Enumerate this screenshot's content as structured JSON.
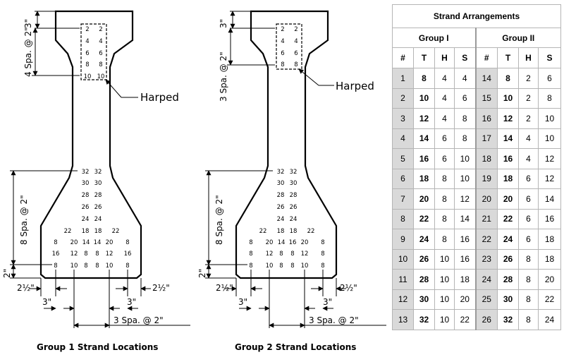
{
  "labels": {
    "harped": "Harped",
    "group1_caption": "Group 1 Strand Locations",
    "group2_caption": "Group 2 Strand Locations"
  },
  "dims": {
    "g1_top": "3\"",
    "g1_side": "4 Spa. @ 2\"",
    "g1_bottom_side": "8 Spa. @ 2\"",
    "g1_bottom_2in": "2\"",
    "g1_left_half": "2½\"",
    "g1_right_half": "2½\"",
    "g1_left_3in": "3\"",
    "g1_right_3in": "3\"",
    "g1_bottom_spa": "3 Spa. @ 2\"",
    "g2_top": "3\"",
    "g2_side": "3 Spa. @ 2\"",
    "g2_bottom_side": "8 Spa. @ 2\"",
    "g2_bottom_2in": "2\"",
    "g2_left_half": "2½\"",
    "g2_right_half": "2½\"",
    "g2_left_3in": "3\"",
    "g2_right_3in": "3\"",
    "g2_bottom_spa": "3 Spa. @ 2\""
  },
  "group1": {
    "top_rows": [
      [
        "2",
        "2"
      ],
      [
        "4",
        "4"
      ],
      [
        "6",
        "6"
      ],
      [
        "8",
        "8"
      ],
      [
        "10",
        "10"
      ]
    ],
    "bottom_rows": [
      [
        "32",
        "32"
      ],
      [
        "30",
        "30"
      ],
      [
        "28",
        "28"
      ],
      [
        "26",
        "26"
      ],
      [
        "24",
        "24"
      ],
      [
        "22",
        "18",
        "18",
        "22"
      ],
      [
        "8",
        "20",
        "14",
        "14",
        "20",
        "8"
      ],
      [
        "16",
        "12",
        "8",
        "8",
        "12",
        "16"
      ],
      [
        "8",
        "10",
        "8",
        "8",
        "10",
        "8"
      ]
    ]
  },
  "group2": {
    "top_rows": [
      [
        "2",
        "2"
      ],
      [
        "4",
        "4"
      ],
      [
        "6",
        "6"
      ],
      [
        "8",
        "8"
      ]
    ],
    "bottom_rows": [
      [
        "32",
        "32"
      ],
      [
        "30",
        "30"
      ],
      [
        "28",
        "28"
      ],
      [
        "26",
        "26"
      ],
      [
        "24",
        "24"
      ],
      [
        "22",
        "18",
        "18",
        "22"
      ],
      [
        "8",
        "20",
        "14",
        "16",
        "20",
        "8"
      ],
      [
        "8",
        "12",
        "8",
        "8",
        "12",
        "8"
      ],
      [
        "8",
        "10",
        "8",
        "8",
        "10",
        "8"
      ]
    ]
  },
  "table": {
    "title": "Strand Arrangements",
    "group_i": "Group I",
    "group_ii": "Group II",
    "headers": [
      "#",
      "T",
      "H",
      "S",
      "#",
      "T",
      "H",
      "S"
    ],
    "rows": [
      [
        "1",
        "8",
        "4",
        "4",
        "14",
        "8",
        "2",
        "6"
      ],
      [
        "2",
        "10",
        "4",
        "6",
        "15",
        "10",
        "2",
        "8"
      ],
      [
        "3",
        "12",
        "4",
        "8",
        "16",
        "12",
        "2",
        "10"
      ],
      [
        "4",
        "14",
        "6",
        "8",
        "17",
        "14",
        "4",
        "10"
      ],
      [
        "5",
        "16",
        "6",
        "10",
        "18",
        "16",
        "4",
        "12"
      ],
      [
        "6",
        "18",
        "8",
        "10",
        "19",
        "18",
        "6",
        "12"
      ],
      [
        "7",
        "20",
        "8",
        "12",
        "20",
        "20",
        "6",
        "14"
      ],
      [
        "8",
        "22",
        "8",
        "14",
        "21",
        "22",
        "6",
        "16"
      ],
      [
        "9",
        "24",
        "8",
        "16",
        "22",
        "24",
        "6",
        "18"
      ],
      [
        "10",
        "26",
        "10",
        "16",
        "23",
        "26",
        "8",
        "18"
      ],
      [
        "11",
        "28",
        "10",
        "18",
        "24",
        "28",
        "8",
        "20"
      ],
      [
        "12",
        "30",
        "10",
        "20",
        "25",
        "30",
        "8",
        "22"
      ],
      [
        "13",
        "32",
        "10",
        "22",
        "26",
        "32",
        "8",
        "24"
      ]
    ]
  }
}
